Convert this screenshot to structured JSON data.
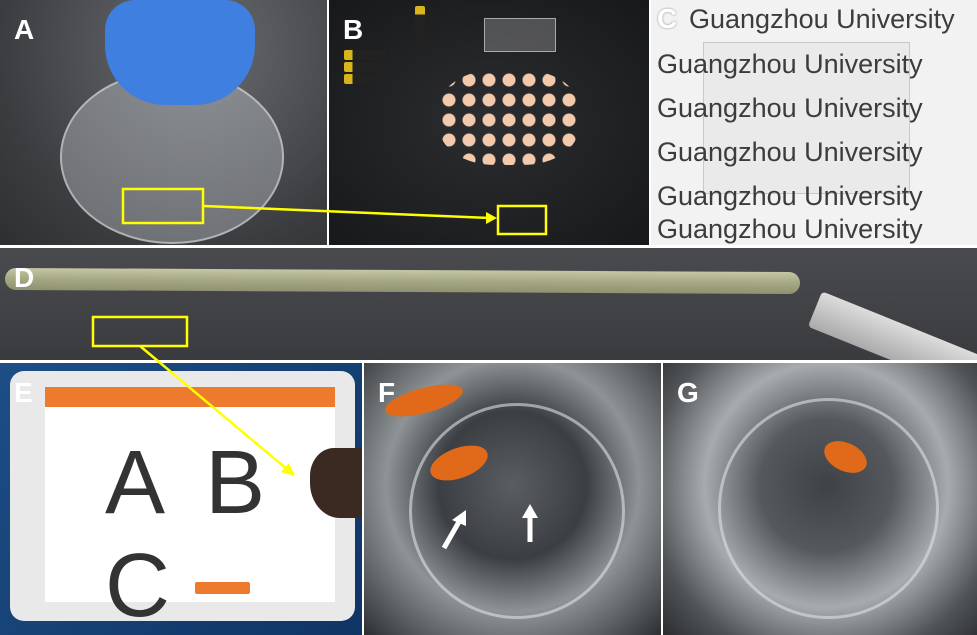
{
  "panels": {
    "A": {
      "label": "A"
    },
    "B": {
      "label": "B"
    },
    "C": {
      "label": "C",
      "text_lines": [
        "Guangzhou University",
        "Guangzhou University",
        "Guangzhou University",
        "Guangzhou University",
        "Guangzhou University",
        "Guangzhou University"
      ]
    },
    "D": {
      "label": "D"
    },
    "E": {
      "label": "E",
      "written_text": "A B C"
    },
    "F": {
      "label": "F"
    },
    "G": {
      "label": "G"
    }
  },
  "colors": {
    "highlight": "#ffff00",
    "arrow": "#ffffff"
  }
}
